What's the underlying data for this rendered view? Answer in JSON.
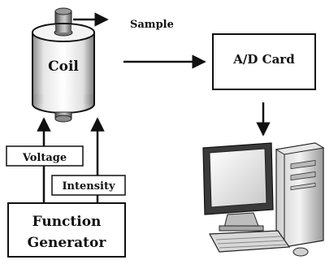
{
  "labels": {
    "coil": "Coil",
    "sample": "Sample",
    "ad_card": "A/D Card",
    "voltage": "Voltage",
    "intensity": "Intensity",
    "function_generator_line1": "Function",
    "function_generator_line2": "Generator"
  }
}
